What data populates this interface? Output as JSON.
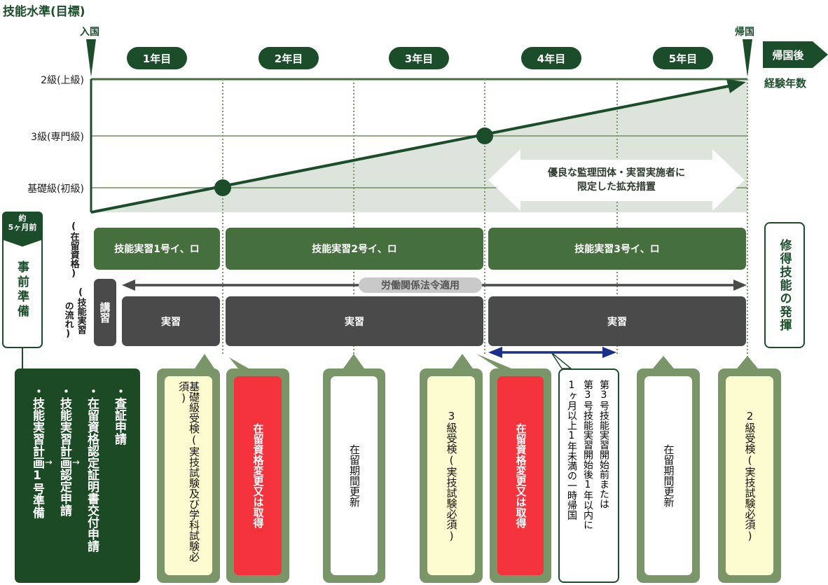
{
  "title": "技能水準(目標)",
  "markers": {
    "entry": "入国",
    "return": "帰国"
  },
  "after_return": {
    "label": "帰国後",
    "sublabel": "経験年数"
  },
  "years": [
    "1年目",
    "2年目",
    "3年目",
    "4年目",
    "5年目"
  ],
  "levels": [
    {
      "label": "2級(上級)"
    },
    {
      "label": "3級(専門級)"
    },
    {
      "label": "基礎級(初級)"
    }
  ],
  "expansion_note": {
    "line1": "優良な監理団体・実習実施者に",
    "line2": "限定した拡充措置"
  },
  "prep": {
    "badge_line1": "約",
    "badge_line2": "5ヶ月前",
    "label": "事前準備",
    "steps": [
      "・査証申請",
      "・在留資格認定証明書交付申請",
      "・技能実習計画認定申請",
      "・技能実習計画1号準備"
    ],
    "arrow": "→"
  },
  "row_labels": {
    "status": "(在留資格)",
    "flow_line1": "(技能実習",
    "flow_line2": "の流れ)"
  },
  "status_boxes": [
    {
      "label": "技能実習1号イ、ロ"
    },
    {
      "label": "技能実習2号イ、ロ"
    },
    {
      "label": "技能実習3号イ、ロ"
    }
  ],
  "labor_law": "労働関係法令適用",
  "lecture": "講習",
  "practice_boxes": [
    {
      "label": "実習"
    },
    {
      "label": "実習"
    },
    {
      "label": "実習"
    }
  ],
  "outcome": "修得技能の発揮",
  "callouts": [
    {
      "text": "基礎級受検(実技試験及び学科試験必須)",
      "style": "yellow"
    },
    {
      "text": "在留資格変更又は取得",
      "style": "red"
    },
    {
      "text": "在留期間更新",
      "style": "white"
    },
    {
      "text": "3級受検(実技試験必須)",
      "style": "yellow"
    },
    {
      "text": "在留資格変更又は取得",
      "style": "red"
    },
    {
      "text": "在留期間更新",
      "style": "white"
    },
    {
      "text": "2級受検(実技試験必須)",
      "style": "yellow"
    }
  ],
  "temp_return_note": {
    "line1": "第3号技能実習開始前または",
    "line2": "第3号技能実習開始後1年以内に",
    "line3": "1ヶ月以上1年未満の一時帰国"
  },
  "colors": {
    "dark_green": "#1b4d2b",
    "status_green": "#45703d",
    "callout_green": "#7a9568",
    "flow_gray": "#4a4a4a",
    "red": "#f5333c",
    "yellow": "#fdfbd0",
    "navy": "#1a2f8a",
    "shade": "#dde4dc"
  },
  "chart_data": {
    "type": "line",
    "title": "技能水準(目標)",
    "xlabel": "経験年数",
    "categories": [
      "入国",
      "1年目",
      "2年目",
      "3年目",
      "4年目",
      "5年目"
    ],
    "y_levels": [
      "基礎級(初級)",
      "3級(専門級)",
      "2級(上級)"
    ],
    "points": [
      {
        "x": "入国",
        "level": "below 基礎級"
      },
      {
        "x": "end of 1年目",
        "level": "基礎級(初級)"
      },
      {
        "x": "end of 3年目",
        "level": "3級(専門級)"
      },
      {
        "x": "end of 5年目 (帰国)",
        "level": "2級(上級)"
      }
    ]
  }
}
